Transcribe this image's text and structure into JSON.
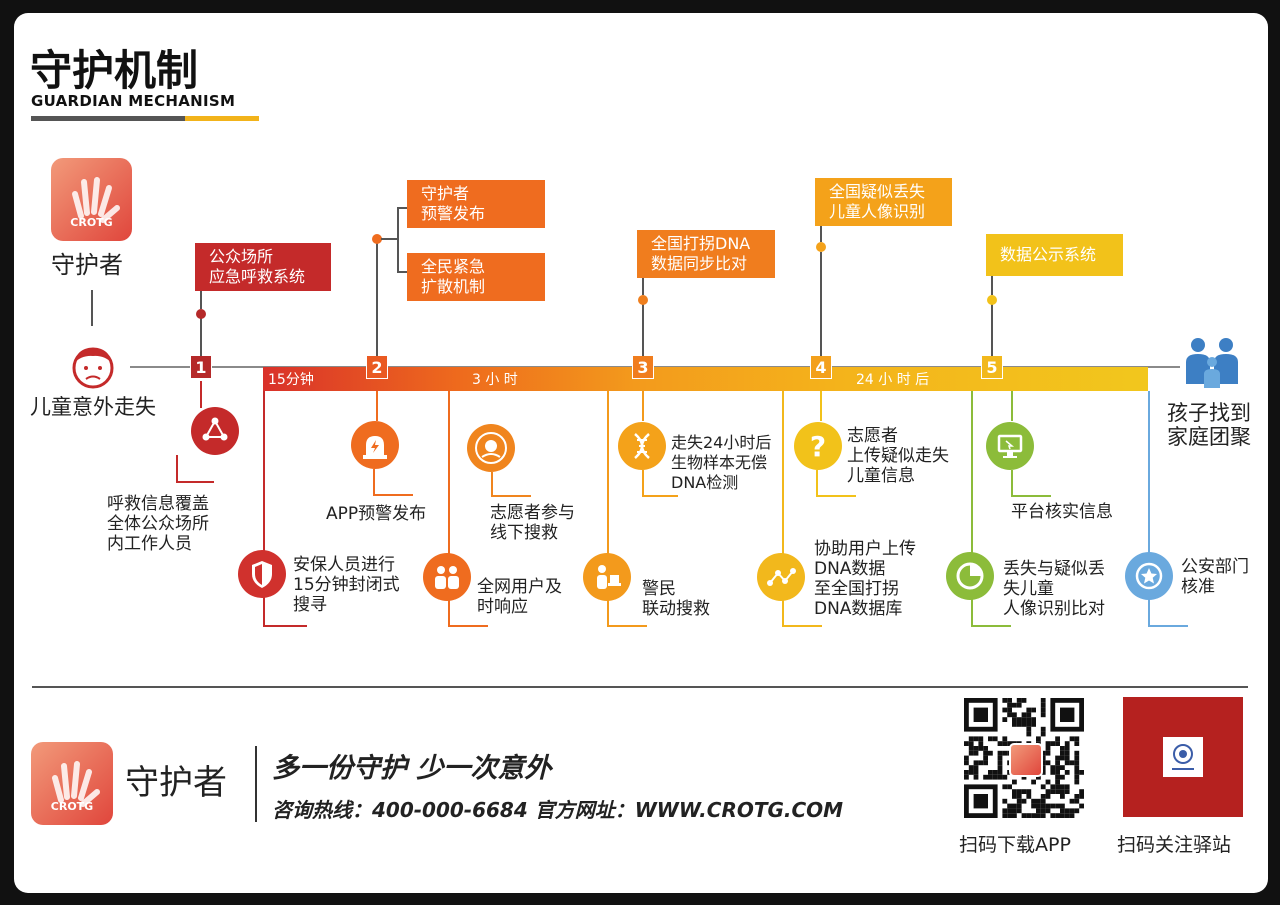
{
  "header": {
    "title": "守护机制",
    "subtitle": "GUARDIAN MECHANISM"
  },
  "brand": {
    "logo_text": "CROTG",
    "name": "守护者"
  },
  "colors": {
    "red": "#c42a2a",
    "orange": "#ef6c1f",
    "amber": "#f4a21a",
    "yellow": "#f2c21a",
    "green": "#8cbc3a",
    "blue": "#6aa9de"
  },
  "left_node": {
    "label": "儿童意外走失"
  },
  "right_node": {
    "label_line1": "孩子找到",
    "label_line2": "家庭团聚"
  },
  "timeline": {
    "seg1": "15分钟",
    "seg2": "3 小 时",
    "seg3": "24 小 时 后"
  },
  "steps": {
    "s1": "1",
    "s2": "2",
    "s3": "3",
    "s4": "4",
    "s5": "5"
  },
  "flags": {
    "f1_l1": "公众场所",
    "f1_l2": "应急呼救系统",
    "f2a_l1": "守护者",
    "f2a_l2": "预警发布",
    "f2b_l1": "全民紧急",
    "f2b_l2": "扩散机制",
    "f3_l1": "全国打拐DNA",
    "f3_l2": "数据同步比对",
    "f4_l1": "全国疑似丢失",
    "f4_l2": "儿童人像识别",
    "f5_l1": "数据公示系统"
  },
  "items": {
    "call_l1": "呼救信息覆盖",
    "call_l2": "全体公众场所",
    "call_l3": "内工作人员",
    "security_l1": "安保人员进行",
    "security_l2": "15分钟封闭式",
    "security_l3": "搜寻",
    "app": "APP预警发布",
    "users_l1": "全网用户及",
    "users_l2": "时响应",
    "volunteer_l1": "志愿者参与",
    "volunteer_l2": "线下搜救",
    "police_l1": "警民",
    "police_l2": "联动搜救",
    "dna_l1": "走失24小时后",
    "dna_l2": "生物样本无偿",
    "dna_l3": "DNA检测",
    "upload_l1": "协助用户上传",
    "upload_l2": "DNA数据",
    "upload_l3": "至全国打拐",
    "upload_l4": "DNA数据库",
    "vupload_l1": "志愿者",
    "vupload_l2": "上传疑似走失",
    "vupload_l3": "儿童信息",
    "compare_l1": "丢失与疑似丢",
    "compare_l2": "失儿童",
    "compare_l3": "人像识别比对",
    "verify": "平台核实信息",
    "pol_l1": "公安部门",
    "pol_l2": "核准"
  },
  "footer": {
    "slogan": "多一份守护 少一次意外",
    "contact": "咨询热线：400-000-6684  官方网址：WWW.CROTG.COM",
    "qr1": "扫码下载APP",
    "qr2": "扫码关注驿站"
  }
}
